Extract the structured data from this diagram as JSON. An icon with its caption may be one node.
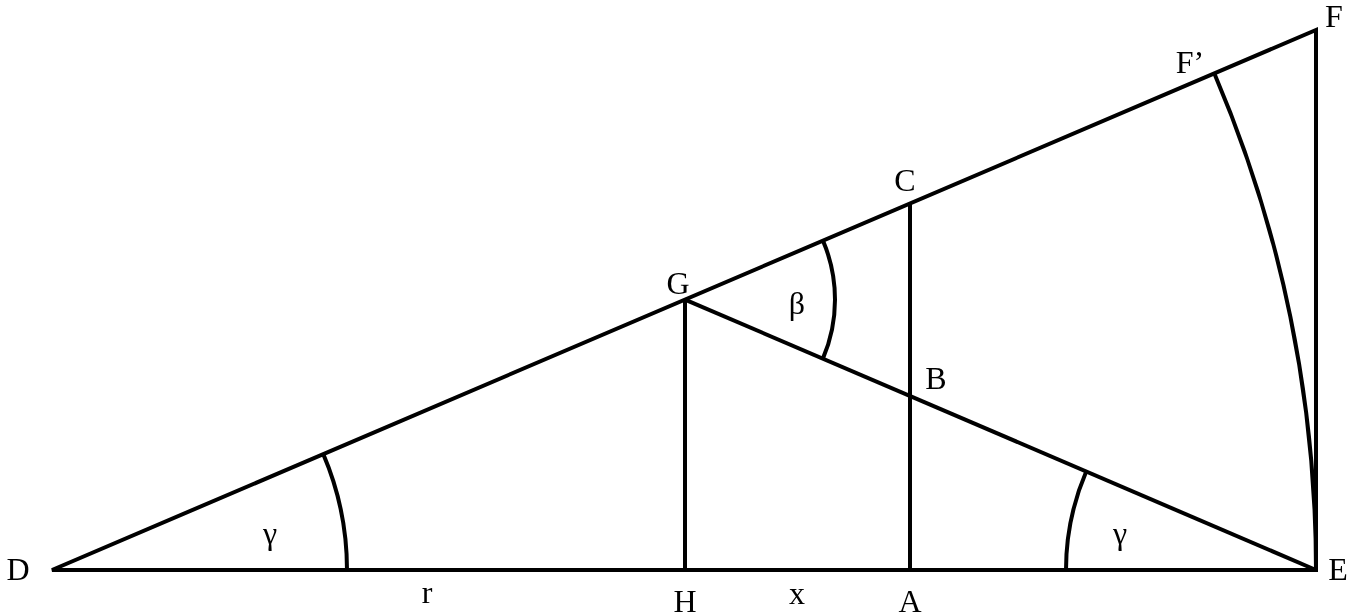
{
  "diagram": {
    "labels": [
      "F",
      "F’",
      "C",
      "G",
      "β",
      "B",
      "γ",
      "γ",
      "D",
      "r",
      "H",
      "x",
      "A",
      "E"
    ]
  }
}
